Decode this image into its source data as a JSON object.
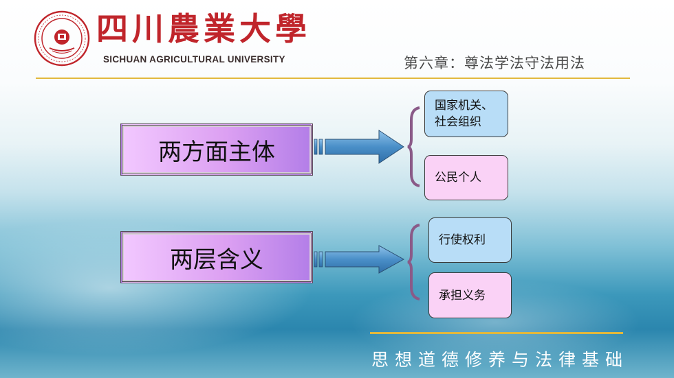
{
  "header": {
    "university_cn": "四川農業大學",
    "university_en": "SICHUAN AGRICULTURAL UNIVERSITY",
    "chapter": "第六章：尊法学法守法用法"
  },
  "diagram": {
    "topics": [
      {
        "label": "两方面主体",
        "items": [
          "国家机关、\n社会组织",
          "公民个人"
        ]
      },
      {
        "label": "两层含义",
        "items": [
          "行使权利",
          "承担义务"
        ]
      }
    ]
  },
  "footer": {
    "course": "思想道德修养与法律基础"
  },
  "colors": {
    "accent_red": "#c0252b",
    "gold_line": "#e2b83c",
    "arrow_blue": "#4a8fc8",
    "brace_purple": "#8a5a88",
    "box_blue": "#b8ddf7",
    "box_pink": "#fad2f6"
  }
}
